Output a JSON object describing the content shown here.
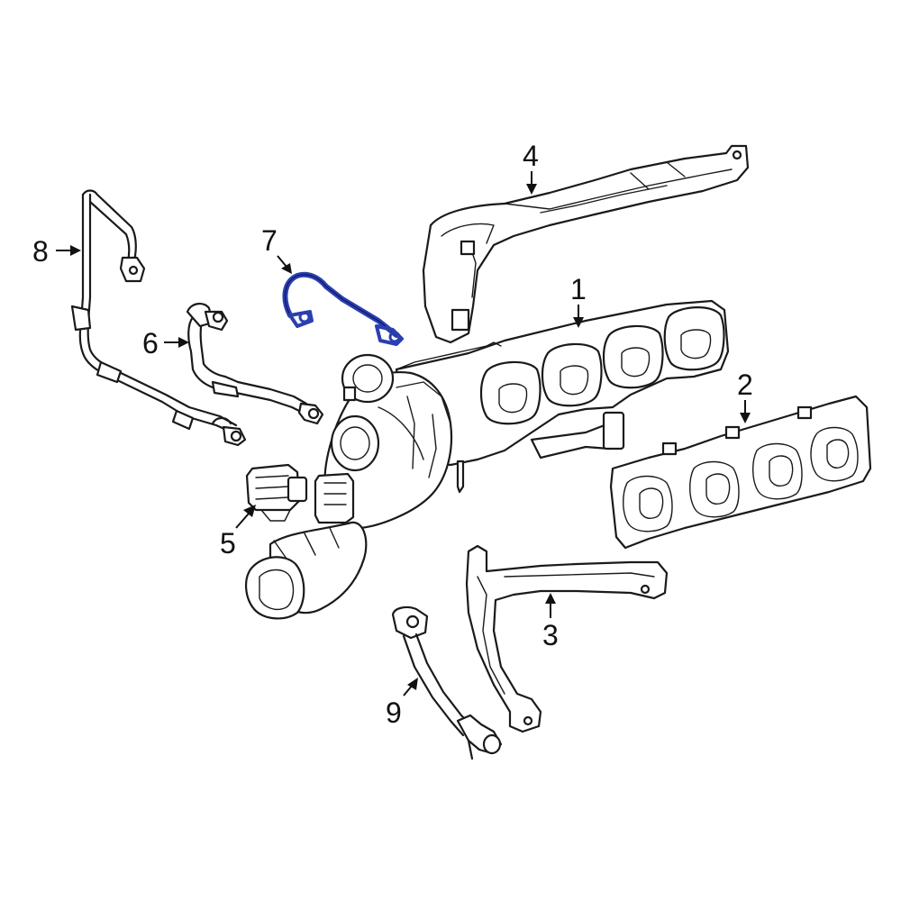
{
  "colors": {
    "line": "#1a1a1a",
    "highlight": "#2b3fb0",
    "background": "#ffffff"
  },
  "callouts": {
    "c1": "1",
    "c2": "2",
    "c3": "3",
    "c4": "4",
    "c5": "5",
    "c6": "6",
    "c7": "7",
    "c8": "8",
    "c9": "9"
  },
  "highlighted_part": "7"
}
